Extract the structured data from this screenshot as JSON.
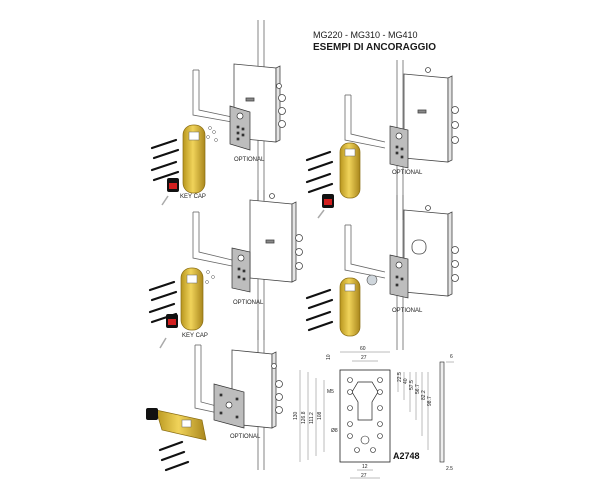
{
  "header": {
    "models": "MG220 - MG310 - MG410",
    "title": "ESEMPI DI ANCORAGGIO"
  },
  "labels": {
    "optional": "OPTIONAL",
    "key_cap": "KEY CAP"
  },
  "drawing": {
    "code": "A2748",
    "dims_top": [
      "60",
      "27"
    ],
    "dims_left": [
      "130",
      "126.8",
      "111.2",
      "108"
    ],
    "dims_right": [
      "22.5",
      "40",
      "57.5",
      "56.7",
      "82.2",
      "98.7"
    ],
    "dims_bottom": [
      "12",
      "27"
    ],
    "dims_side": [
      "6",
      "2.5"
    ],
    "dims_misc": [
      "10",
      "M5",
      "Ø8"
    ]
  },
  "colors": {
    "brass": "#d9b83a",
    "brass_dark": "#a9861c",
    "plate": "#c9c9c9",
    "red": "#d21f1f",
    "line": "#555555"
  }
}
